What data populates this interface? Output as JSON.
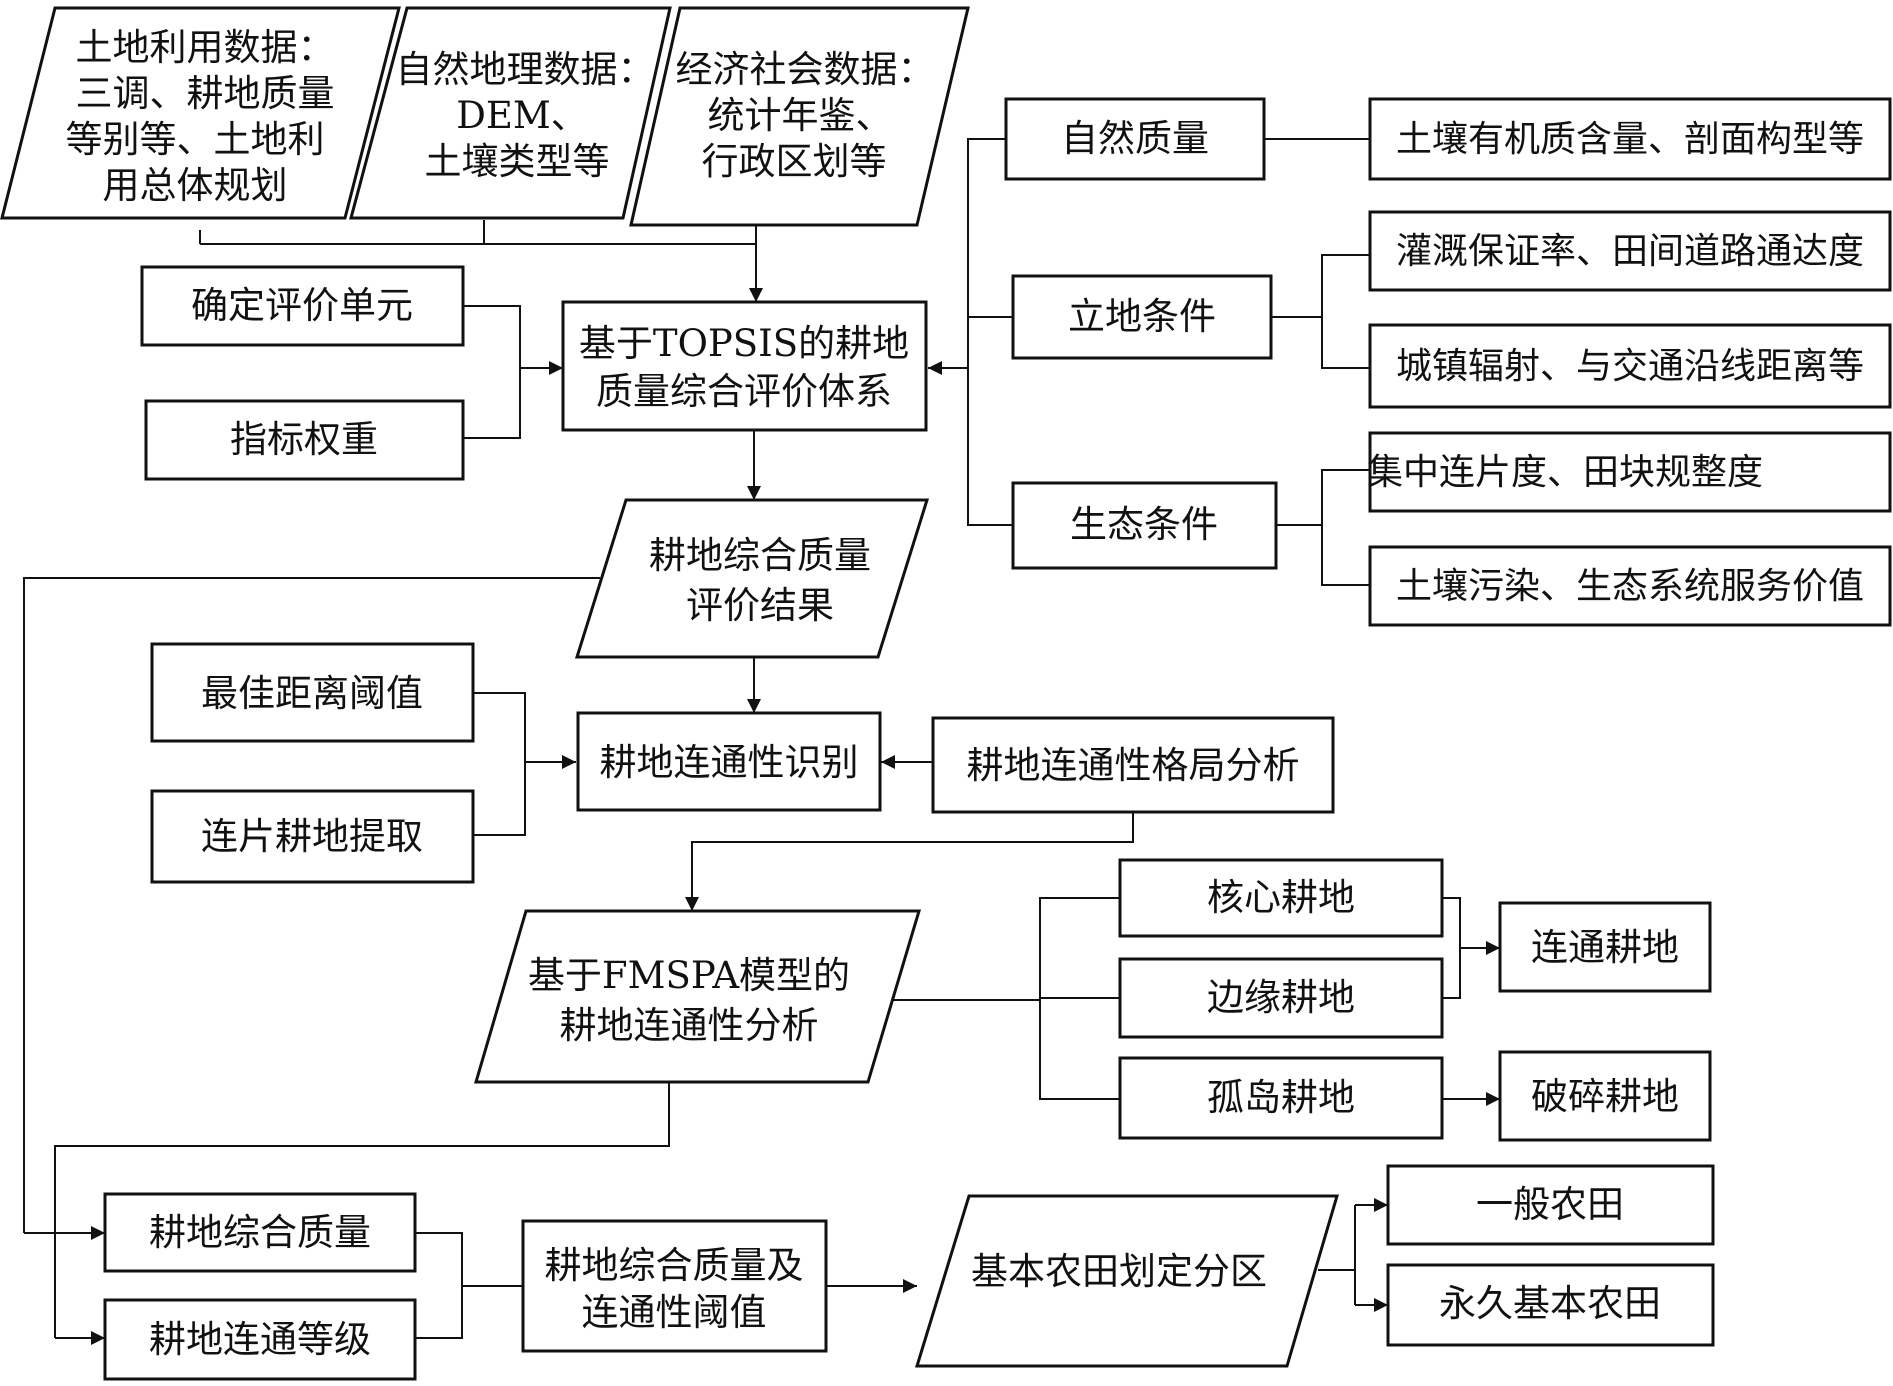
{
  "nodes": {
    "land_use_data": [
      "土地利用数据：",
      "三调、耕地质量",
      "等别等、土地利",
      "用总体规划"
    ],
    "physical_geo_data": [
      "自然地理数据：",
      "DEM、",
      "土壤类型等"
    ],
    "socio_econ_data": [
      "经济社会数据：",
      "统计年鉴、",
      "行政区划等"
    ],
    "eval_unit": "确定评价单元",
    "index_weight": "指标权重",
    "topsis_system": [
      "基于TOPSIS的耕地",
      "质量综合评价体系"
    ],
    "natural_quality": "自然质量",
    "natural_quality_items": "土壤有机质含量、剖面构型等",
    "site_condition": "立地条件",
    "site_item_1": "灌溉保证率、田间道路通达度",
    "site_item_2": "城镇辐射、与交通沿线距离等",
    "eco_condition": "生态条件",
    "eco_item_1": "集中连片度、田块规整度",
    "eco_item_2": "土壤污染、生态系统服务价值",
    "quality_result": [
      "耕地综合质量",
      "评价结果"
    ],
    "best_distance": "最佳距离阈值",
    "contiguous_extract": "连片耕地提取",
    "connectivity_id": "耕地连通性识别",
    "connectivity_pattern": "耕地连通性格局分析",
    "fmspa_analysis": [
      "基于FMSPA模型的",
      "耕地连通性分析"
    ],
    "core_land": "核心耕地",
    "edge_land": "边缘耕地",
    "islet_land": "孤岛耕地",
    "connected_land": "连通耕地",
    "fragmented_land": "破碎耕地",
    "comp_quality": "耕地综合质量",
    "connect_grade": "耕地连通等级",
    "threshold": [
      "耕地综合质量及",
      "连通性阈值"
    ],
    "zoning": "基本农田划定分区",
    "general_farmland": "一般农田",
    "permanent_farmland": "永久基本农田"
  }
}
